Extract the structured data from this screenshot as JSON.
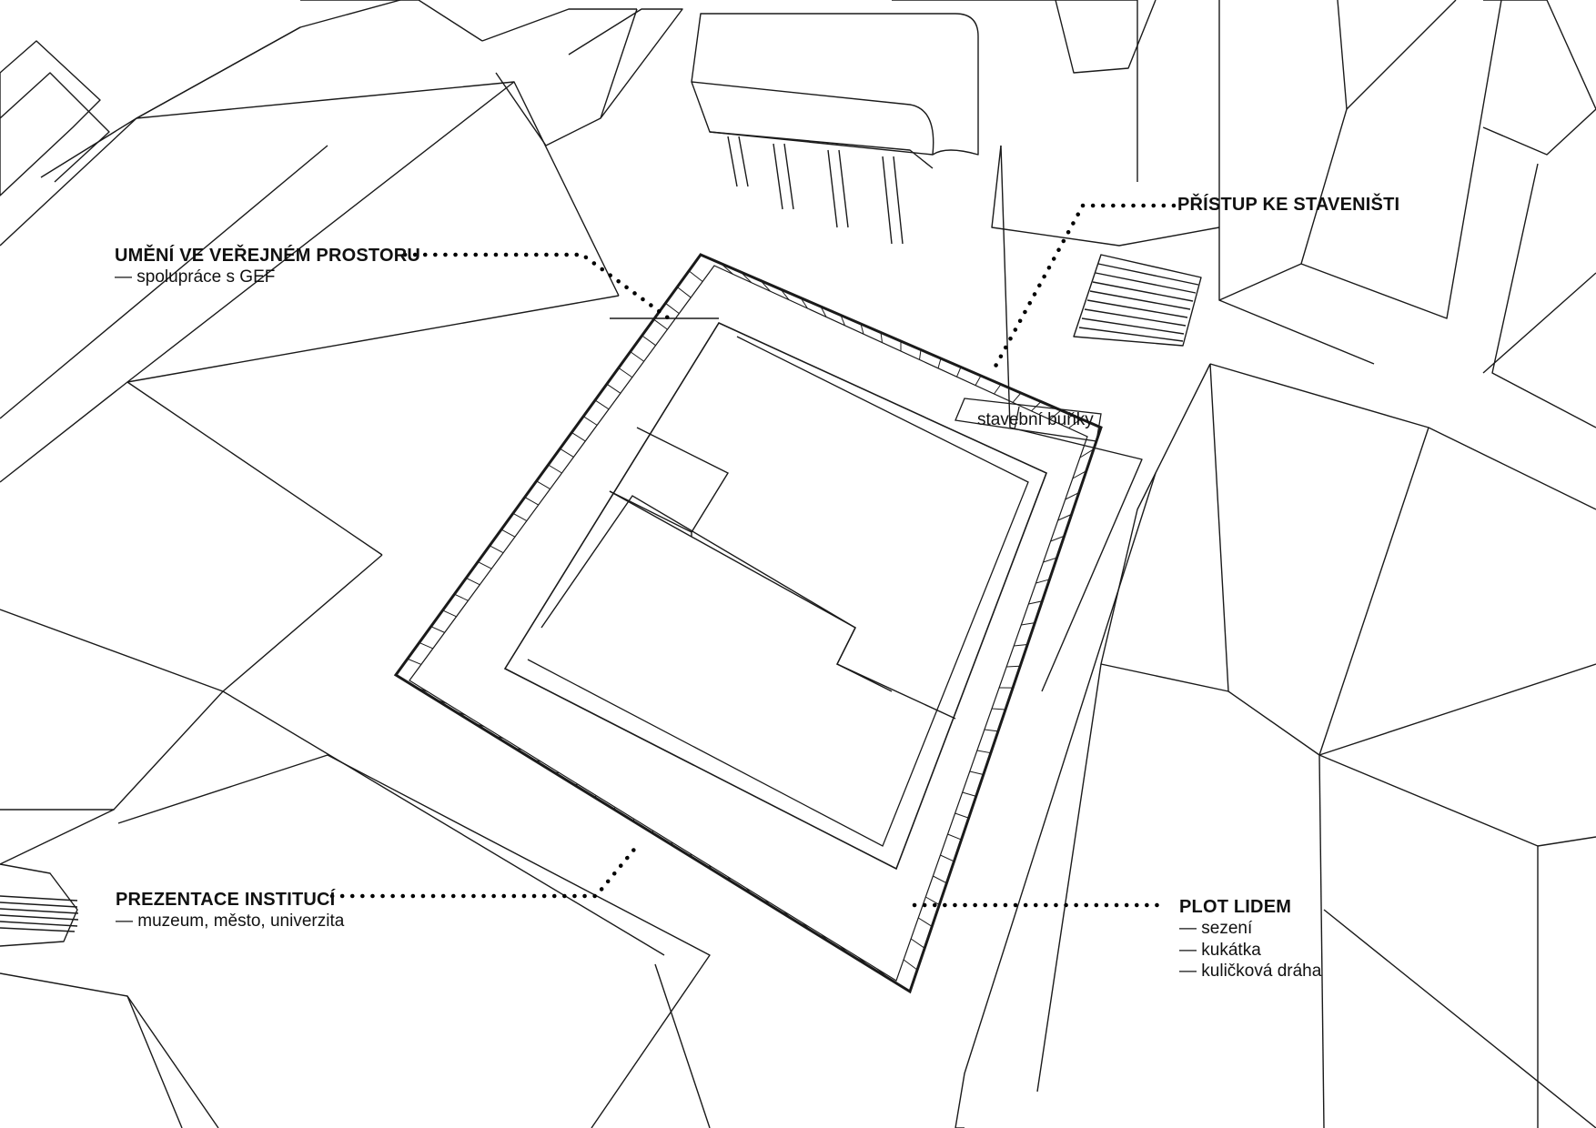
{
  "annotations": {
    "public_art": {
      "title": "UMĚNÍ VE VEŘEJNÉM PROSTORU",
      "lines": [
        "— spolupráce s GEF"
      ]
    },
    "site_access": {
      "title": "PŘÍSTUP KE STAVENIŠTI"
    },
    "site_cabins": {
      "text": "stavební buňky"
    },
    "institutions": {
      "title": "PREZENTACE INSTITUCÍ",
      "lines": [
        "— muzeum, město, univerzita"
      ]
    },
    "fence_for_people": {
      "title": "PLOT LIDEM",
      "lines": [
        "— sezení",
        "— kukátka",
        "— kuličková dráha"
      ]
    }
  },
  "colors": {
    "line": "#1a1a1a",
    "background": "#ffffff",
    "leader": "#000000"
  }
}
